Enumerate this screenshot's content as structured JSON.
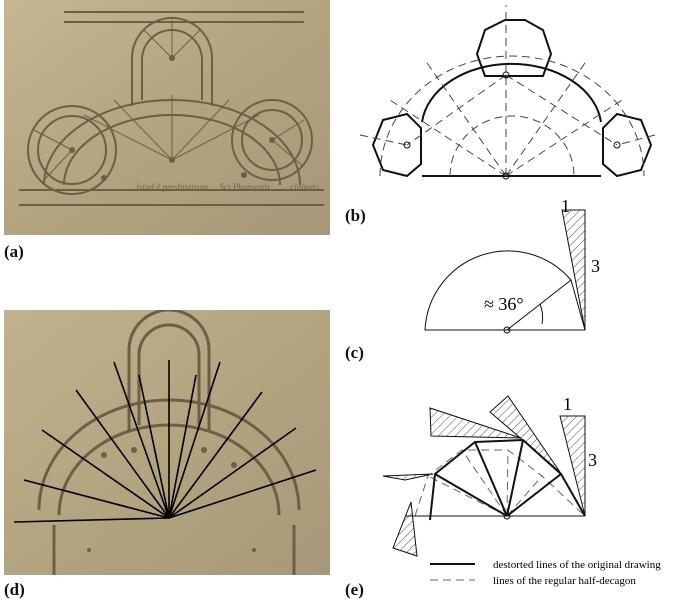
{
  "panels": {
    "a": {
      "label": "(a)"
    },
    "b": {
      "label": "(b)"
    },
    "c": {
      "label": "(c)",
      "angle_text": "≈ 36°",
      "ratio_top": "1",
      "ratio_side": "3"
    },
    "d": {
      "label": "(d)"
    },
    "e": {
      "label": "(e)",
      "ratio_top": "1",
      "ratio_side": "3",
      "legend_solid": "destorted lines of the original drawing",
      "legend_dashed": "lines of the regular half-decagon"
    }
  },
  "manuscript_text": "Istud ẽ presbiterium ... Sci Pharaonis ... ... ciuitatis",
  "colors": {
    "parchment": "#b7a887",
    "parchment_dark": "#8e8060",
    "ink": "#5a4d35",
    "line": "#111111"
  }
}
